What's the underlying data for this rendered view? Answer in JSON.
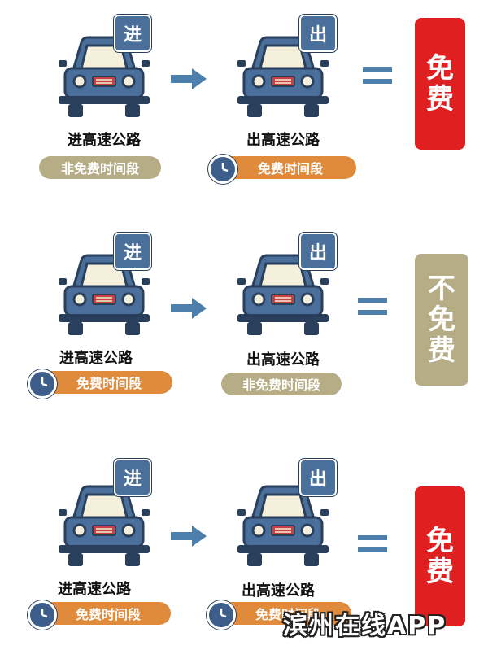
{
  "rows": [
    {
      "enter": {
        "badge": "进",
        "label": "进高速公路",
        "period": "非免费时间段",
        "period_style": "gray",
        "has_clock": false
      },
      "exit": {
        "badge": "出",
        "label": "出高速公路",
        "period": "免费时间段",
        "period_style": "orange",
        "has_clock": true
      },
      "result": {
        "chars": [
          "免",
          "费"
        ],
        "style": "red"
      }
    },
    {
      "enter": {
        "badge": "进",
        "label": "进高速公路",
        "period": "免费时间段",
        "period_style": "orange",
        "has_clock": true
      },
      "exit": {
        "badge": "出",
        "label": "出高速公路",
        "period": "非免费时间段",
        "period_style": "gray",
        "has_clock": false
      },
      "result": {
        "chars": [
          "不",
          "免",
          "费"
        ],
        "style": "khaki"
      }
    },
    {
      "enter": {
        "badge": "进",
        "label": "进高速公路",
        "period": "免费时间段",
        "period_style": "orange",
        "has_clock": true
      },
      "exit": {
        "badge": "出",
        "label": "出高速公路",
        "period": "免费时间段",
        "period_style": "orange",
        "has_clock": true
      },
      "result": {
        "chars": [
          "免",
          "费"
        ],
        "style": "red"
      }
    }
  ],
  "watermark": "滨州在线APP",
  "colors": {
    "car_body": "#4a6f9a",
    "car_dark": "#2a3f5c",
    "arrow": "#4d7fad",
    "free_red": "#e02020",
    "not_free_khaki": "#b6ad86",
    "free_period_orange": "#e08a3c",
    "non_free_period_gray": "#b6ad86"
  }
}
